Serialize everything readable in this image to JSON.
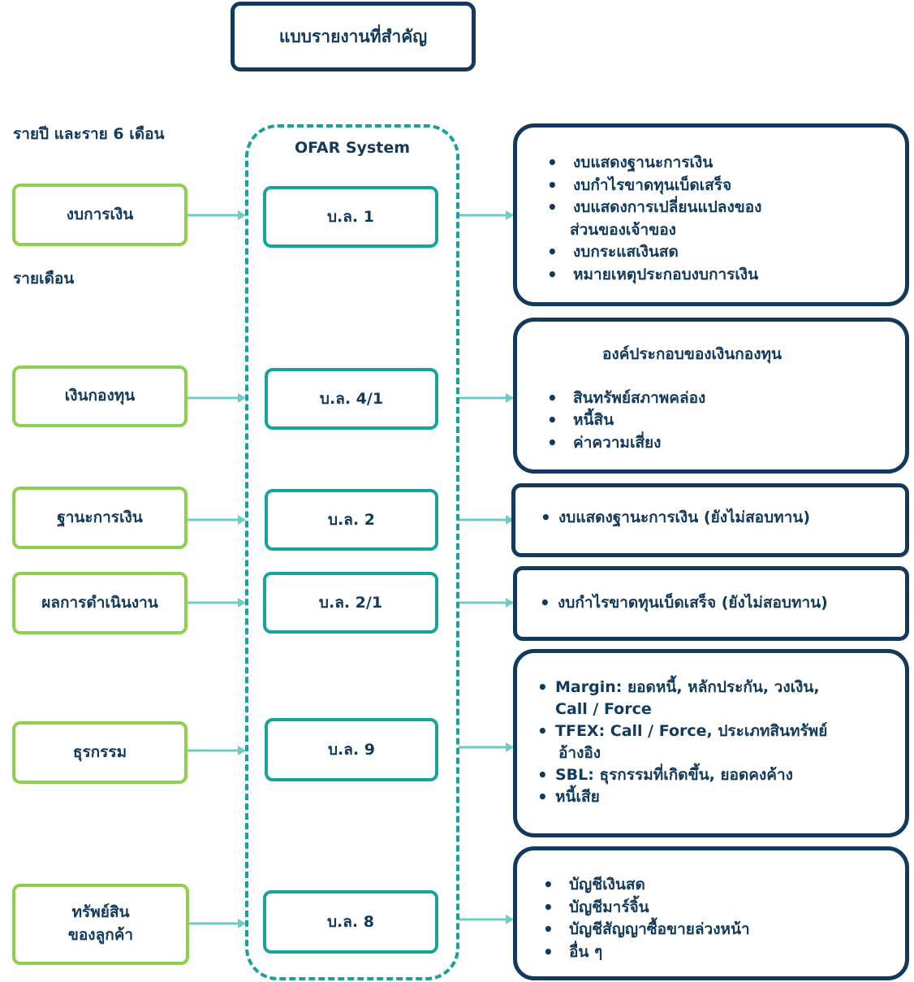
{
  "title": "แบบรายงานที่สำคัญ",
  "labels": {
    "annual": "รายปี และราย 6 เดือน",
    "monthly": "รายเดือน"
  },
  "system": {
    "title": "OFAR System"
  },
  "rows": [
    {
      "left": [
        "งบการเงิน"
      ],
      "form": "บ.ล. 1",
      "items": [
        "งบแสดงฐานะการเงิน",
        "งบกำไรขาดทุนเบ็ดเสร็จ",
        "งบแสดงการเปลี่ยนแปลงของ",
        "งบกระแสเงินสด",
        "หมายเหตุประกอบงบการเงิน"
      ],
      "item_continuation": "ส่วนของเจ้าของ"
    },
    {
      "left": [
        "เงินกองทุน"
      ],
      "form": "บ.ล. 4/1",
      "heading": "องค์ประกอบของเงินกองทุน",
      "items": [
        "สินทรัพย์สภาพคล่อง",
        "หนี้สิน",
        "ค่าความเสี่ยง"
      ]
    },
    {
      "left": [
        "ฐานะการเงิน"
      ],
      "form": "บ.ล. 2",
      "items": [
        "งบแสดงฐานะการเงิน (ยังไม่สอบทาน)"
      ]
    },
    {
      "left": [
        "ผลการดำเนินงาน"
      ],
      "form": "บ.ล. 2/1",
      "items": [
        "งบกำไรขาดทุนเบ็ดเสร็จ (ยังไม่สอบทาน)"
      ]
    },
    {
      "left": [
        "ธุรกรรม"
      ],
      "form": "บ.ล. 9",
      "items": [
        [
          "Margin: ยอดหนี้, หลักประกัน, วงเงิน,",
          "Call / Force"
        ],
        [
          "TFEX: Call / Force, ประเภทสินทรัพย์",
          "อ้างอิง"
        ],
        [
          "SBL: ธุรกรรมที่เกิดขึ้น, ยอดคงค้าง"
        ],
        [
          "หนี้เสีย"
        ]
      ]
    },
    {
      "left": [
        "ทรัพย์สิน",
        "ของลูกค้า"
      ],
      "form": "บ.ล. 8",
      "items": [
        "บัญชีเงินสด",
        "บัญชีมาร์จิ้น",
        "บัญชีสัญญาซื้อขายล่วงหน้า",
        "อื่น ๆ"
      ]
    }
  ],
  "colors": {
    "navy": "#123a5c",
    "teal": "#17a39c",
    "green": "#8ecf4e",
    "arrow": "#6ccdc6"
  }
}
